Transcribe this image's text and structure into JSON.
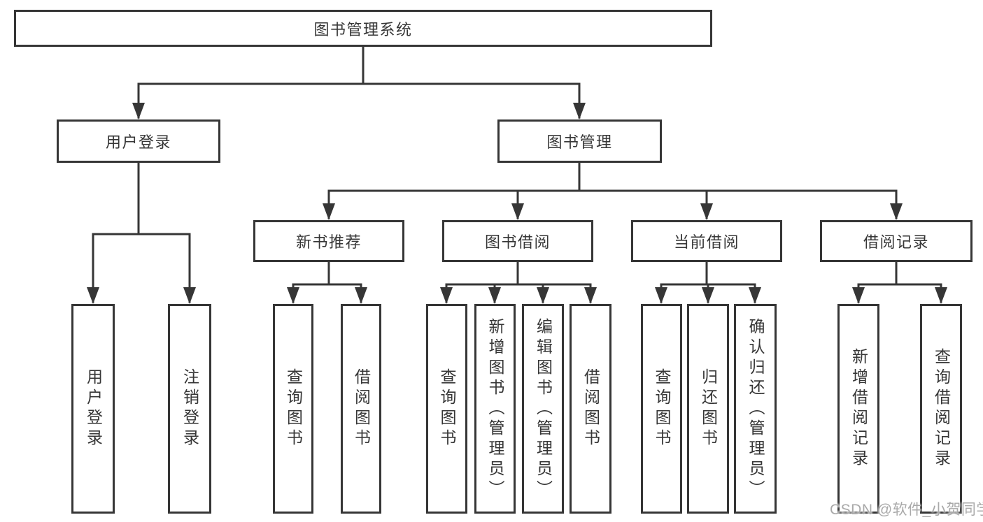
{
  "diagram": {
    "title": "图书管理系统",
    "level2": {
      "user_login": "用户登录",
      "book_mgmt": "图书管理"
    },
    "level3": {
      "new_books": "新书推荐",
      "book_borrow": "图书借阅",
      "current_borrow": "当前借阅",
      "borrow_records": "借阅记录"
    },
    "leaves": {
      "user_login": [
        "用户登录",
        "注销登录"
      ],
      "new_books": [
        "查询图书",
        "借阅图书"
      ],
      "book_borrow": [
        "查询图书",
        "新增图书（管理员）",
        "编辑图书（管理员）",
        "借阅图书"
      ],
      "current_borrow": [
        "查询图书",
        "归还图书",
        "确认归还（管理员）"
      ],
      "borrow_records": [
        "新增借阅记录",
        "查询借阅记录"
      ]
    },
    "watermark": "CSDN @软件_小贺同学",
    "colors": {
      "line": "#363636",
      "text": "#363636",
      "background": "#ffffff",
      "watermark": "#a9a9a9"
    }
  }
}
